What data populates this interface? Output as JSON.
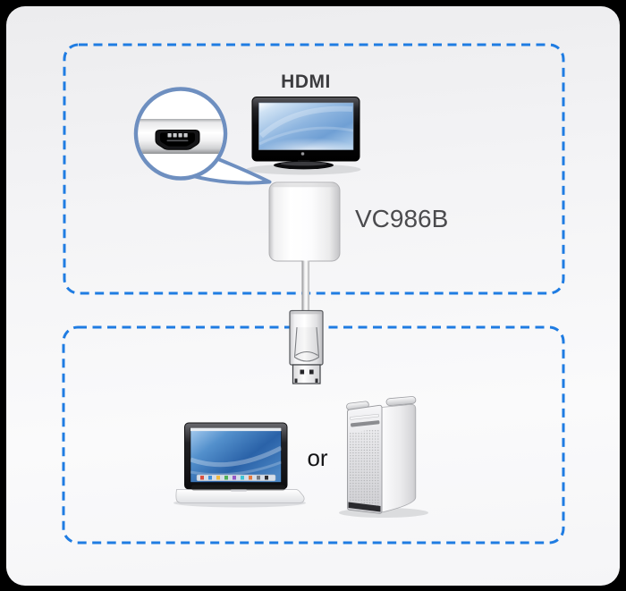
{
  "labels": {
    "display_type": "HDMI",
    "product_model": "VC986B",
    "source_alternative": "or"
  },
  "theme": {
    "accent_blue": "#1f7ce2",
    "callout_blue": "#6e8fc0",
    "text_dark": "#3c3c3f",
    "product_text": "#4b4b4e",
    "or_text": "#141416",
    "canvas_black": "#000000"
  },
  "icons": {
    "display": "hdmi-monitor-icon",
    "port_detail": "hdmi-port-magnifier-icon",
    "adapter": "adapter-box-icon",
    "connector": "displayport-plug-icon",
    "laptop": "laptop-icon",
    "tower": "desktop-tower-icon"
  }
}
